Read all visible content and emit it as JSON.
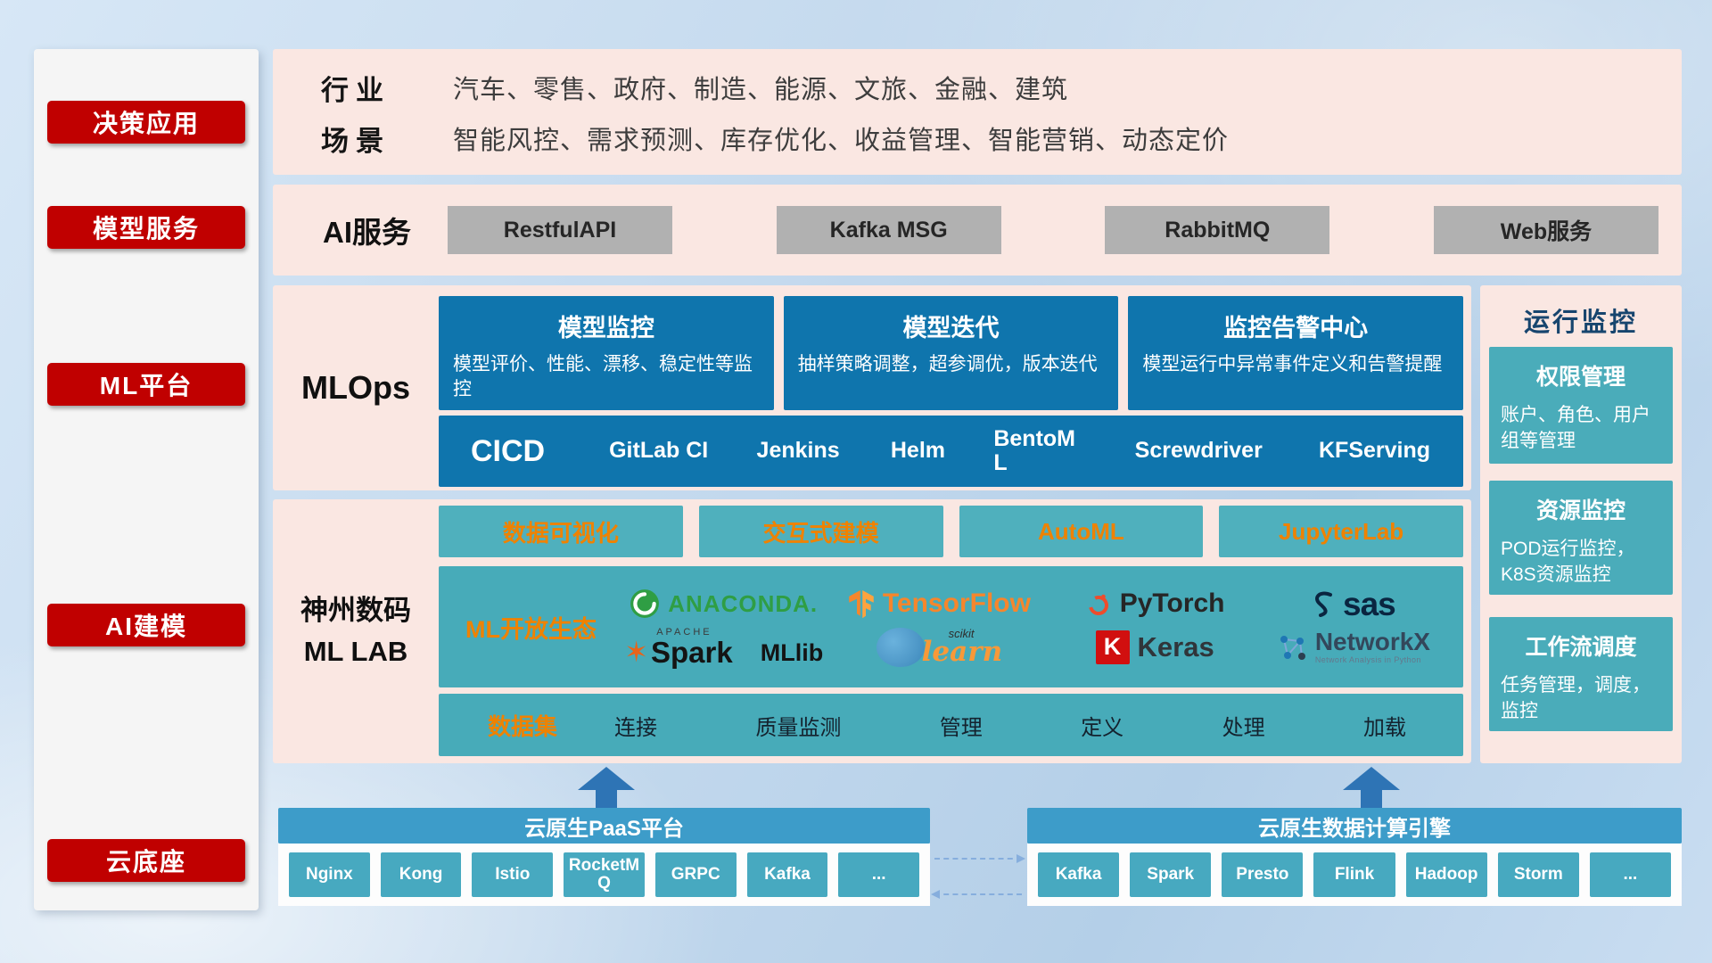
{
  "colors": {
    "accent_red": "#c00000",
    "panel_pink": "#fae7e2",
    "blue_card": "#0f75ad",
    "teal_box": "#47abb9",
    "teal_bar": "#3d9cc9",
    "orange_text": "#ef8200",
    "arrow_blue": "#2e74b5",
    "gray_button": "#b1b1b1"
  },
  "sidebar": {
    "items": [
      {
        "label": "决策应用"
      },
      {
        "label": "模型服务"
      },
      {
        "label": "ML平台"
      },
      {
        "label": "AI建模"
      },
      {
        "label": "云底座"
      }
    ]
  },
  "industry": {
    "row1_label": "行业",
    "row1_text": "汽车、零售、政府、制造、能源、文旅、金融、建筑",
    "row2_label": "场景",
    "row2_text": "智能风控、需求预测、库存优化、收益管理、智能营销、动态定价"
  },
  "ai_service": {
    "label": "AI服务",
    "buttons": [
      {
        "label": "RestfulAPI"
      },
      {
        "label": "Kafka MSG"
      },
      {
        "label": "RabbitMQ"
      },
      {
        "label": "Web服务"
      }
    ]
  },
  "mlops": {
    "label": "MLOps",
    "cards": [
      {
        "title": "模型监控",
        "desc": "模型评价、性能、漂移、稳定性等监控"
      },
      {
        "title": "模型迭代",
        "desc": "抽样策略调整，超参调优，版本迭代"
      },
      {
        "title": "监控告警中心",
        "desc": "模型运行中异常事件定义和告警提醒"
      }
    ],
    "cicd_label": "CICD",
    "cicd_tools": [
      {
        "label": "GitLab CI"
      },
      {
        "label": "Jenkins"
      },
      {
        "label": "Helm"
      },
      {
        "label": "BentoML"
      },
      {
        "label": "Screwdriver"
      },
      {
        "label": "KFServing"
      }
    ]
  },
  "mllab": {
    "label_line1": "神州数码",
    "label_line2": "ML LAB",
    "tools": [
      {
        "label": "数据可视化"
      },
      {
        "label": "交互式建模"
      },
      {
        "label": "AutoML"
      },
      {
        "label": "JupyterLab"
      }
    ],
    "ecosystem_label": "ML开放生态",
    "logos": {
      "anaconda": "ANACONDA.",
      "tensorflow": "TensorFlow",
      "pytorch": "PyTorch",
      "sas": "sas",
      "spark_small": "APACHE",
      "spark": "Spark",
      "mllib": "MLlib",
      "scikit_small": "scikit",
      "scikit": "learn",
      "keras_k": "K",
      "keras": "Keras",
      "networkx": "NetworkX",
      "networkx_sub": "Network Analysis in Python"
    },
    "dataset_label": "数据集",
    "dataset_items": [
      {
        "label": "连接"
      },
      {
        "label": "质量监测"
      },
      {
        "label": "管理"
      },
      {
        "label": "定义"
      },
      {
        "label": "处理"
      },
      {
        "label": "加载"
      }
    ]
  },
  "monitoring": {
    "title": "运行监控",
    "cards": [
      {
        "title": "权限管理",
        "desc": "账户、角色、用户组等管理"
      },
      {
        "title": "资源监控",
        "desc": "POD运行监控，K8S资源监控"
      },
      {
        "title": "工作流调度",
        "desc": "任务管理，调度，监控"
      }
    ]
  },
  "paas": {
    "title": "云原生PaaS平台",
    "items": [
      {
        "label": "Nginx"
      },
      {
        "label": "Kong"
      },
      {
        "label": "Istio"
      },
      {
        "label": "RocketMQ"
      },
      {
        "label": "GRPC"
      },
      {
        "label": "Kafka"
      },
      {
        "label": "..."
      }
    ]
  },
  "engine": {
    "title": "云原生数据计算引擎",
    "items": [
      {
        "label": "Kafka"
      },
      {
        "label": "Spark"
      },
      {
        "label": "Presto"
      },
      {
        "label": "Flink"
      },
      {
        "label": "Hadoop"
      },
      {
        "label": "Storm"
      },
      {
        "label": "..."
      }
    ]
  }
}
